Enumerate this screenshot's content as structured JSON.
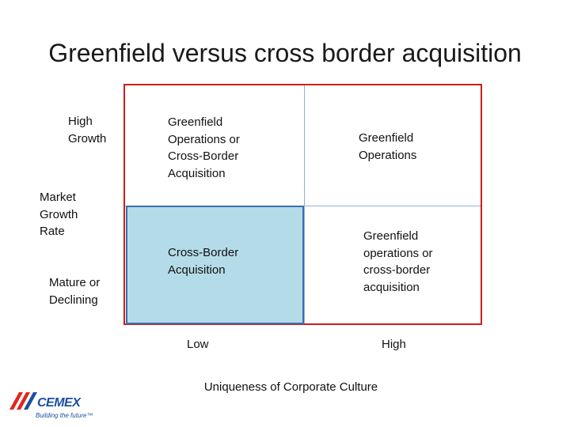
{
  "title": "Greenfield versus cross border acquisition",
  "matrix": {
    "quadrants": {
      "top_left": "Greenfield\nOperations or\nCross-Border\nAcquisition",
      "top_right": "Greenfield\nOperations",
      "bottom_left": "Cross-Border\nAcquisition",
      "bottom_right": "Greenfield\noperations or\ncross-border\nacquisition"
    },
    "highlighted_quadrant": "bottom_left",
    "colors": {
      "border": "#d11b1b",
      "divider": "#8fb2d8",
      "highlight_fill": "#b4dbe8",
      "highlight_border": "#3c6fa9"
    }
  },
  "y_axis": {
    "title": "Market\nGrowth\nRate",
    "high_label": "High\nGrowth",
    "low_label": "Mature or\nDeclining"
  },
  "x_axis": {
    "title": "Uniqueness of Corporate Culture",
    "low_label": "Low",
    "high_label": "High"
  },
  "logo": {
    "brand": "CEMEX",
    "tagline": "Building the future™",
    "colors": {
      "red": "#e1261c",
      "blue": "#1a4fa0"
    }
  }
}
